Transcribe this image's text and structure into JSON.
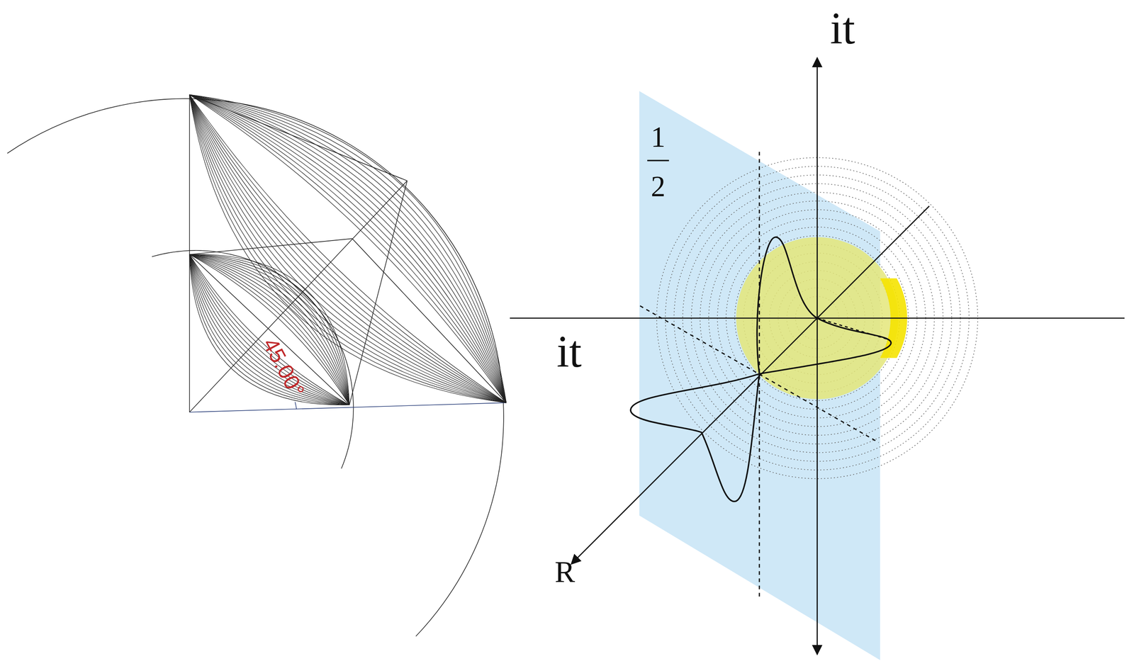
{
  "diagram": {
    "labels": [
      "45.00°",
      "it",
      "1",
      "2",
      "it",
      "R"
    ]
  }
}
